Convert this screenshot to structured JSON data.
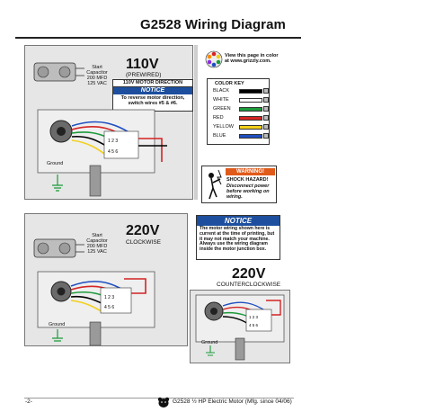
{
  "page": {
    "title": "G2528 Wiring Diagram",
    "page_number": "-2-",
    "footer_text": "G2528 ½ HP Electric Motor (Mfg. since 04/06)"
  },
  "color_note": {
    "text": "View this page in color at www.grizzly.com."
  },
  "color_key": {
    "title": "COLOR KEY",
    "items": [
      {
        "label": "BLACK",
        "color": "#000000"
      },
      {
        "label": "WHITE",
        "color": "#ffffff"
      },
      {
        "label": "GREEN",
        "color": "#1c9a3a"
      },
      {
        "label": "RED",
        "color": "#d42424"
      },
      {
        "label": "YELLOW",
        "color": "#f2d01a"
      },
      {
        "label": "BLUE",
        "color": "#1f4fc0"
      }
    ]
  },
  "warning": {
    "header": "WARNING!",
    "title": "SHOCK HAZARD!",
    "body": "Disconnect power before working on wiring."
  },
  "notice_box": {
    "header": "NOTICE",
    "body": "The motor wiring shown here is current at the time of printing, but it may not match your machine. Always use the wiring diagram inside the motor junction box."
  },
  "diagram_110": {
    "voltage": "110V",
    "subtitle": "(PREWIRED)",
    "capacitor": [
      "Start",
      "Capacitor",
      "200 MFD",
      "125 VAC"
    ],
    "direction_header": "110V MOTOR DIRECTION",
    "notice_label": "NOTICE",
    "notice_text": "To reverse motor direction, switch wires #5 & #6.",
    "ground_label": "Ground"
  },
  "diagram_220cw": {
    "voltage": "220V",
    "subtitle": "CLOCKWISE",
    "capacitor": [
      "Start",
      "Capacitor",
      "200 MFD",
      "125 VAC"
    ],
    "ground_label": "Ground"
  },
  "diagram_220ccw": {
    "voltage": "220V",
    "subtitle": "COUNTERCLOCKWISE",
    "ground_label": "Ground"
  }
}
